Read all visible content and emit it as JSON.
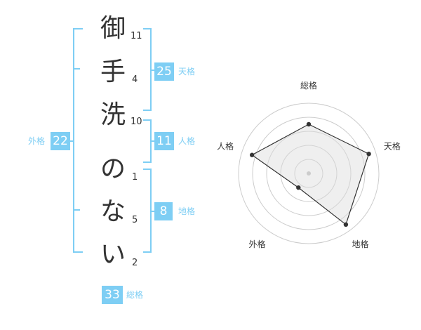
{
  "name_chars": [
    "御",
    "手",
    "洗",
    "の",
    "な",
    "い"
  ],
  "strokes": [
    "11",
    "4",
    "10",
    "1",
    "5",
    "2"
  ],
  "scores": {
    "tenkaku": {
      "value": "25",
      "label": "天格"
    },
    "jinkaku": {
      "value": "11",
      "label": "人格"
    },
    "chikaku": {
      "value": "8",
      "label": "地格"
    },
    "gaikaku": {
      "value": "22",
      "label": "外格"
    },
    "soukaku": {
      "value": "33",
      "label": "総格"
    }
  },
  "colors": {
    "accent": "#7ecef4",
    "text": "#333333",
    "grid": "#cccccc",
    "fill": "#eeeeee"
  },
  "chart_data": {
    "type": "radar",
    "axes": [
      "総格",
      "天格",
      "地格",
      "外格",
      "人格"
    ],
    "values": [
      0.7,
      0.9,
      0.9,
      0.25,
      0.85
    ],
    "rings": 5,
    "grid": true
  }
}
